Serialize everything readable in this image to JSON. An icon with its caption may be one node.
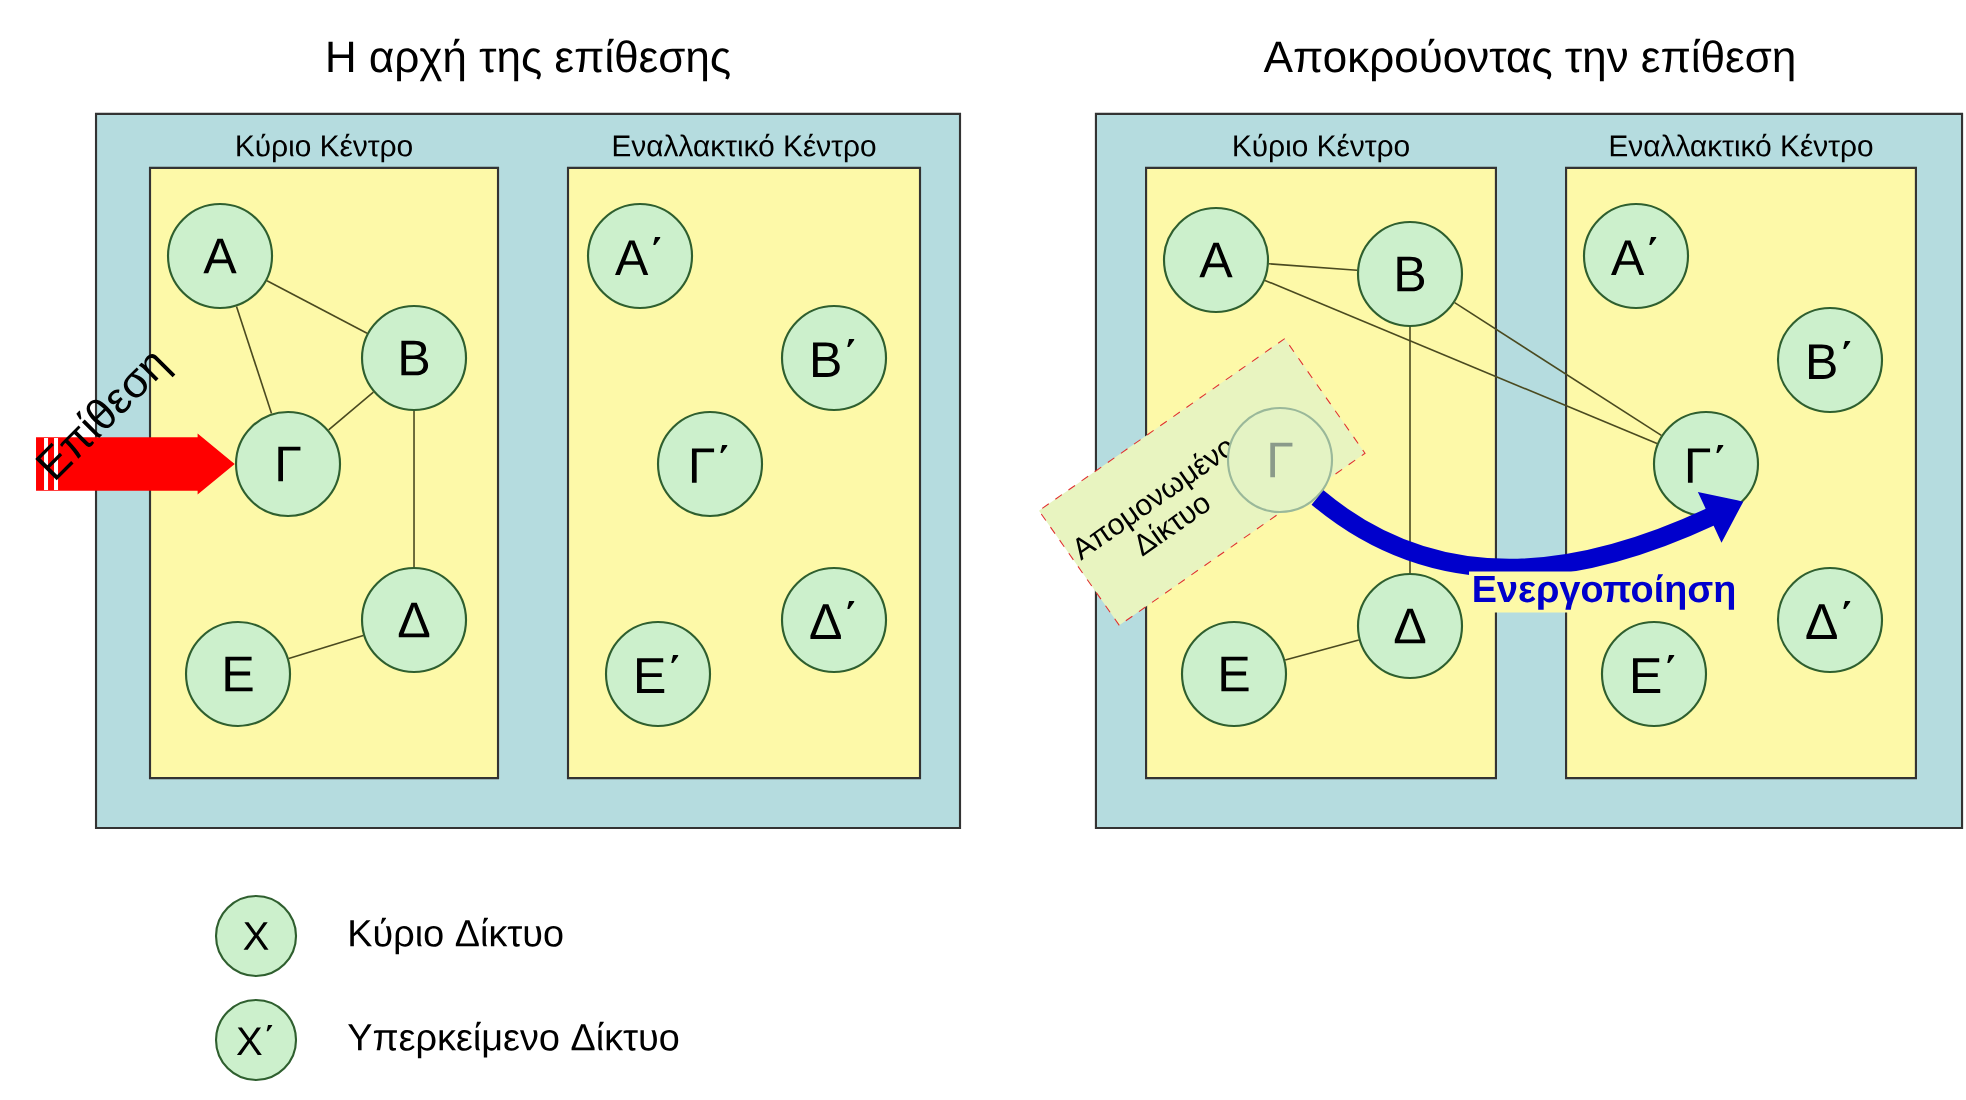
{
  "diagram": {
    "nodes": [
      {
        "text": [
          "Η αρχή της επίθεσης"
        ]
      },
      {
        "text": [
          "Κύριο Κέντρο"
        ],
        "in": 0
      },
      {
        "text": [
          "Α"
        ],
        "in": 1
      },
      {
        "text": [
          "Β"
        ],
        "in": 1
      },
      {
        "text": [
          "Γ"
        ],
        "in": 1
      },
      {
        "text": [
          "Δ"
        ],
        "in": 1
      },
      {
        "text": [
          "Ε"
        ],
        "in": 1
      },
      {
        "text": [
          "Εναλλακτικό Κέντρο"
        ],
        "in": 0
      },
      {
        "text": [
          "Α΄"
        ],
        "in": 7
      },
      {
        "text": [
          "Β΄"
        ],
        "in": 7
      },
      {
        "text": [
          "Γ΄"
        ],
        "in": 7
      },
      {
        "text": [
          "Δ΄"
        ],
        "in": 7
      },
      {
        "text": [
          "Ε΄"
        ],
        "in": 7
      },
      {
        "text": [
          "Αποκρούοντας την επίθεση"
        ]
      },
      {
        "text": [
          "Κύριο Κέντρο"
        ],
        "in": 13
      },
      {
        "text": [
          "Α"
        ],
        "in": 14
      },
      {
        "text": [
          "Β"
        ],
        "in": 14
      },
      {
        "text": [
          "Απομονωμένο Δίκτυο"
        ]
      },
      {
        "text": [
          "Γ"
        ]
      },
      {
        "text": [
          "Δ"
        ],
        "in": 14
      },
      {
        "text": [
          "Ε"
        ],
        "in": 14
      },
      {
        "text": [
          "Εναλλακτικό Κέντρο"
        ],
        "in": 13
      },
      {
        "text": [
          "Α΄"
        ],
        "in": 21
      },
      {
        "text": [
          "Β΄"
        ],
        "in": 21
      },
      {
        "text": [
          "Γ΄"
        ],
        "in": 21
      },
      {
        "text": [
          "Δ΄"
        ],
        "in": 21
      },
      {
        "text": [
          "Ε΄"
        ],
        "in": 21
      }
    ],
    "edges": [
      {
        "from": 2,
        "to": 3,
        "arrow": "none"
      },
      {
        "from": 2,
        "to": 4,
        "arrow": "none"
      },
      {
        "from": 3,
        "to": 4,
        "arrow": "none"
      },
      {
        "from": 3,
        "to": 5,
        "arrow": "none"
      },
      {
        "from": 5,
        "to": 6,
        "arrow": "none"
      },
      {
        "from": null,
        "to": 4,
        "arrow": "to",
        "label": "Επίθεση",
        "style": "thick",
        "color": "#ff0000"
      },
      {
        "from": 15,
        "to": 16,
        "arrow": "none"
      },
      {
        "from": 15,
        "to": 24,
        "arrow": "none"
      },
      {
        "from": 16,
        "to": 24,
        "arrow": "none"
      },
      {
        "from": 16,
        "to": 19,
        "arrow": "none"
      },
      {
        "from": 19,
        "to": 20,
        "arrow": "none"
      },
      {
        "from": 18,
        "to": 24,
        "arrow": "to",
        "label": "Ενεργοποίηση",
        "style": "thick",
        "color": "#0000cc"
      }
    ],
    "labels": [
      "Χ",
      "Χ΄"
    ],
    "legend": [
      {
        "text": "Κύριο Δίκτυο"
      },
      {
        "text": "Υπερκείμενο Δίκτυο"
      }
    ]
  }
}
